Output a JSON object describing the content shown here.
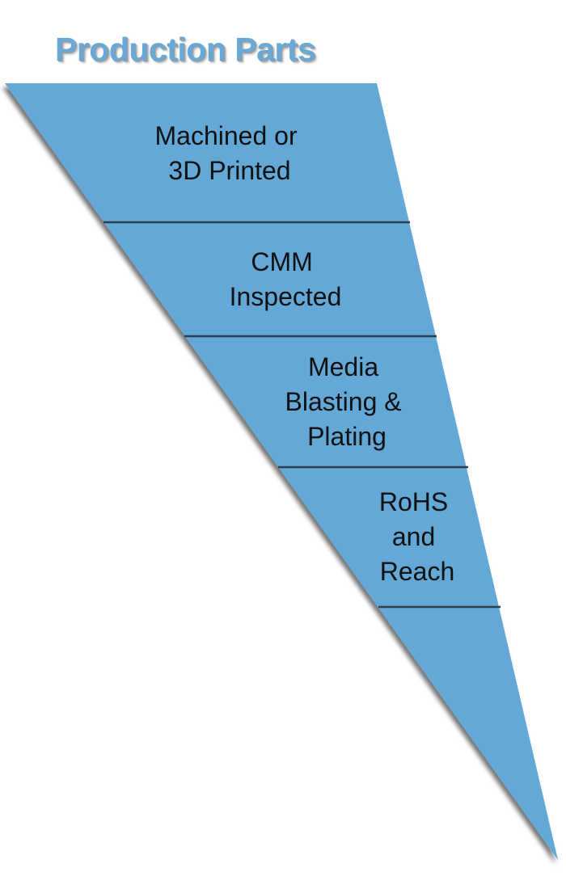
{
  "title": "Production Parts",
  "colors": {
    "funnel_fill": "#63a8d6",
    "funnel_edge": "#3f3f3f",
    "divider": "#2c3e50",
    "title": "#6aa9d6"
  },
  "stages": [
    {
      "lines": [
        "Machined or",
        "3D Printed"
      ]
    },
    {
      "lines": [
        "CMM",
        "Inspected"
      ]
    },
    {
      "lines": [
        "Media",
        "Blasting &",
        "Plating"
      ]
    },
    {
      "lines": [
        "RoHS",
        "and",
        "Reach"
      ]
    },
    {
      "lines": []
    }
  ]
}
